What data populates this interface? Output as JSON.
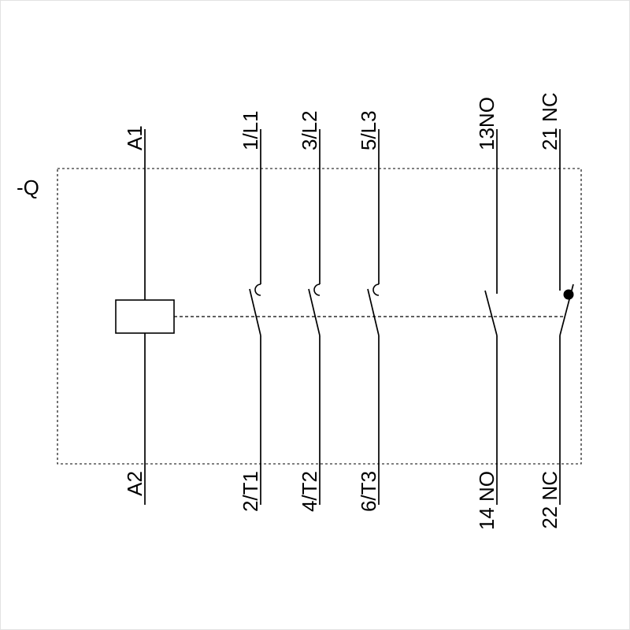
{
  "diagram": {
    "device_label": "-Q",
    "terminals": {
      "coil": {
        "top": "A1",
        "bottom": "A2"
      },
      "pole1": {
        "top": "1/L1",
        "bottom": "2/T1"
      },
      "pole2": {
        "top": "3/L2",
        "bottom": "4/T2"
      },
      "pole3": {
        "top": "5/L3",
        "bottom": "6/T3"
      },
      "aux_no": {
        "top": "13NO",
        "bottom": "14 NO"
      },
      "aux_nc": {
        "top": "21 NC",
        "bottom": "22 NC"
      }
    },
    "colors": {
      "line": "#000000",
      "background": "#ffffff"
    }
  }
}
